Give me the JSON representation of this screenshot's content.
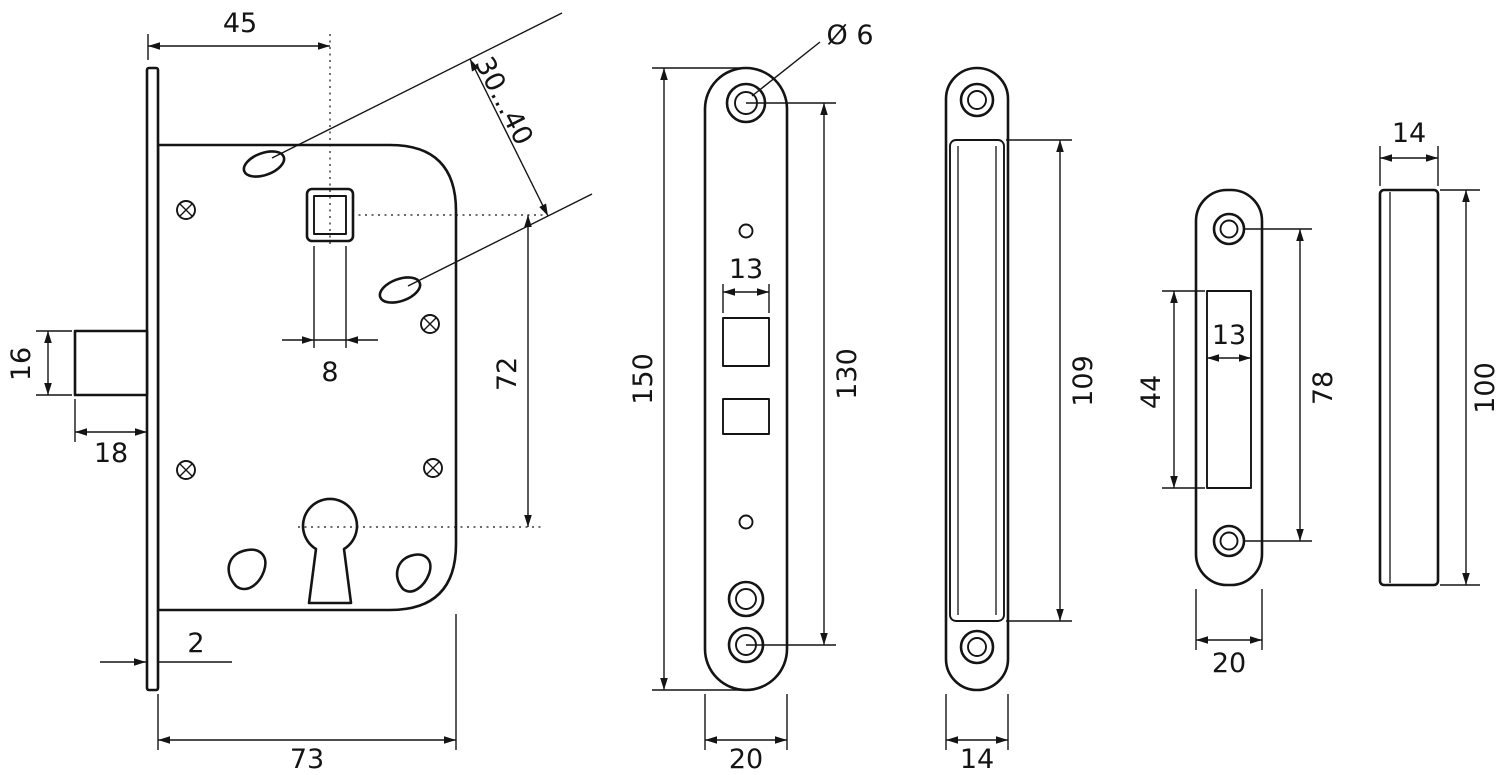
{
  "page": {
    "background": "#ffffff",
    "ink": "#141414"
  },
  "drawing": {
    "kind": "technical-drawing",
    "subject": "mortise lock set with faceplate, strike plate and strike box - dimensioned orthographic views",
    "units": "mm",
    "views": {
      "body_side": {
        "label": "lock-body-side-view",
        "dims": {
          "top_width": "45",
          "backset_range": "30...40",
          "latch_height": "16",
          "latch_depth": "18",
          "spindle_square": "8",
          "spindle_to_key": "72",
          "faceplate_thickness": "2",
          "body_depth": "73"
        }
      },
      "faceplate_front": {
        "label": "faceplate-front-view",
        "dims": {
          "screw_hole_dia": "Ø 6",
          "plate_length": "150",
          "screw_spacing": "130",
          "latch_cutout_width": "13",
          "plate_width": "20"
        }
      },
      "body_edge": {
        "label": "lock-body-edge-view",
        "dims": {
          "case_length": "109",
          "case_thickness": "14"
        }
      },
      "strike_plate": {
        "label": "strike-plate-front-view",
        "dims": {
          "cutout_height": "44",
          "cutout_width": "13",
          "screw_spacing": "78",
          "plate_width": "20"
        }
      },
      "strike_box": {
        "label": "strike-box-side-view",
        "dims": {
          "box_depth": "14",
          "box_height": "100"
        }
      }
    }
  }
}
